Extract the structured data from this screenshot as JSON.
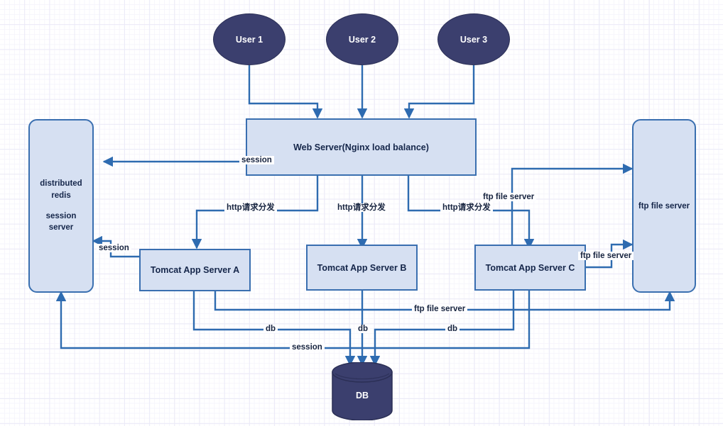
{
  "diagram": {
    "title": "Web application load-balanced architecture",
    "colors": {
      "node_fill": "#d6e0f2",
      "node_stroke": "#3a6fb0",
      "user_fill": "#3b3f6e",
      "db_fill": "#3b3f6e",
      "wire": "#2e6bb0",
      "text": "#15264a",
      "grid_minor": "#f6f5fc",
      "grid_major": "#ebeaf7"
    },
    "users": [
      {
        "id": "user1",
        "label": "User 1"
      },
      {
        "id": "user2",
        "label": "User 2"
      },
      {
        "id": "user3",
        "label": "User 3"
      }
    ],
    "web_server": {
      "label": "Web Server(Nginx  load balance)"
    },
    "redis": {
      "line1": "distributed",
      "line2": "redis",
      "line3": "session",
      "line4": "server"
    },
    "ftp": {
      "label": "ftp file server"
    },
    "tomcats": [
      {
        "id": "tomcat-a",
        "label": "Tomcat App Server A"
      },
      {
        "id": "tomcat-b",
        "label": "Tomcat App Server B"
      },
      {
        "id": "tomcat-c",
        "label": "Tomcat App Server C"
      }
    ],
    "database": {
      "label": "DB"
    },
    "edge_labels": {
      "session_top": "session",
      "session_left": "session",
      "session_bottom": "session",
      "http_a": "http请求分发",
      "http_b": "http请求分发",
      "http_c": "http请求分发",
      "ftp_c_top": "ftp file server",
      "ftp_c_right": "ftp file server",
      "ftp_bottom": "ftp file server",
      "db_a": "db",
      "db_b": "db",
      "db_c": "db"
    }
  }
}
